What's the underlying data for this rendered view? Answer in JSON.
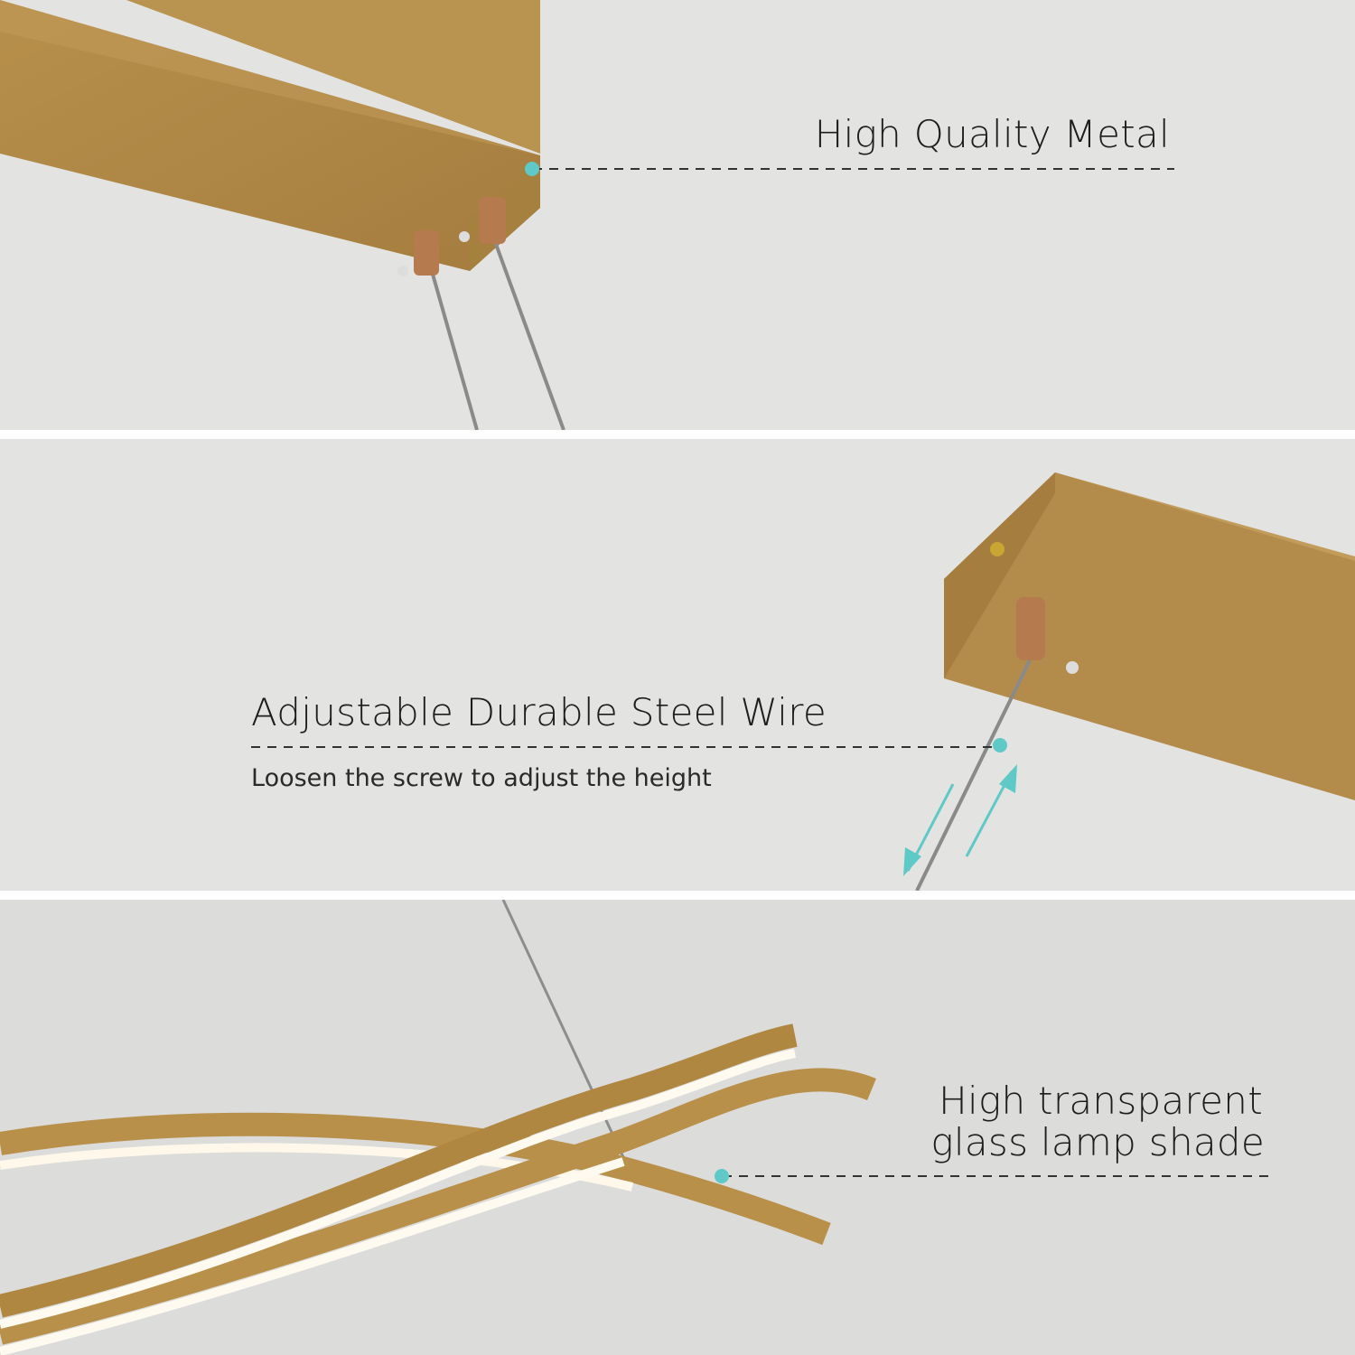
{
  "colors": {
    "gold": "#b08a4a",
    "accent_dot": "#5ec9c6",
    "background": "#e3e3e1"
  },
  "panels": [
    {
      "title": "High Quality Metal"
    },
    {
      "title": "Adjustable Durable Steel Wire",
      "subtitle": "Loosen the screw to adjust the height"
    },
    {
      "title_line1": "High transparent",
      "title_line2": "glass lamp shade"
    }
  ]
}
